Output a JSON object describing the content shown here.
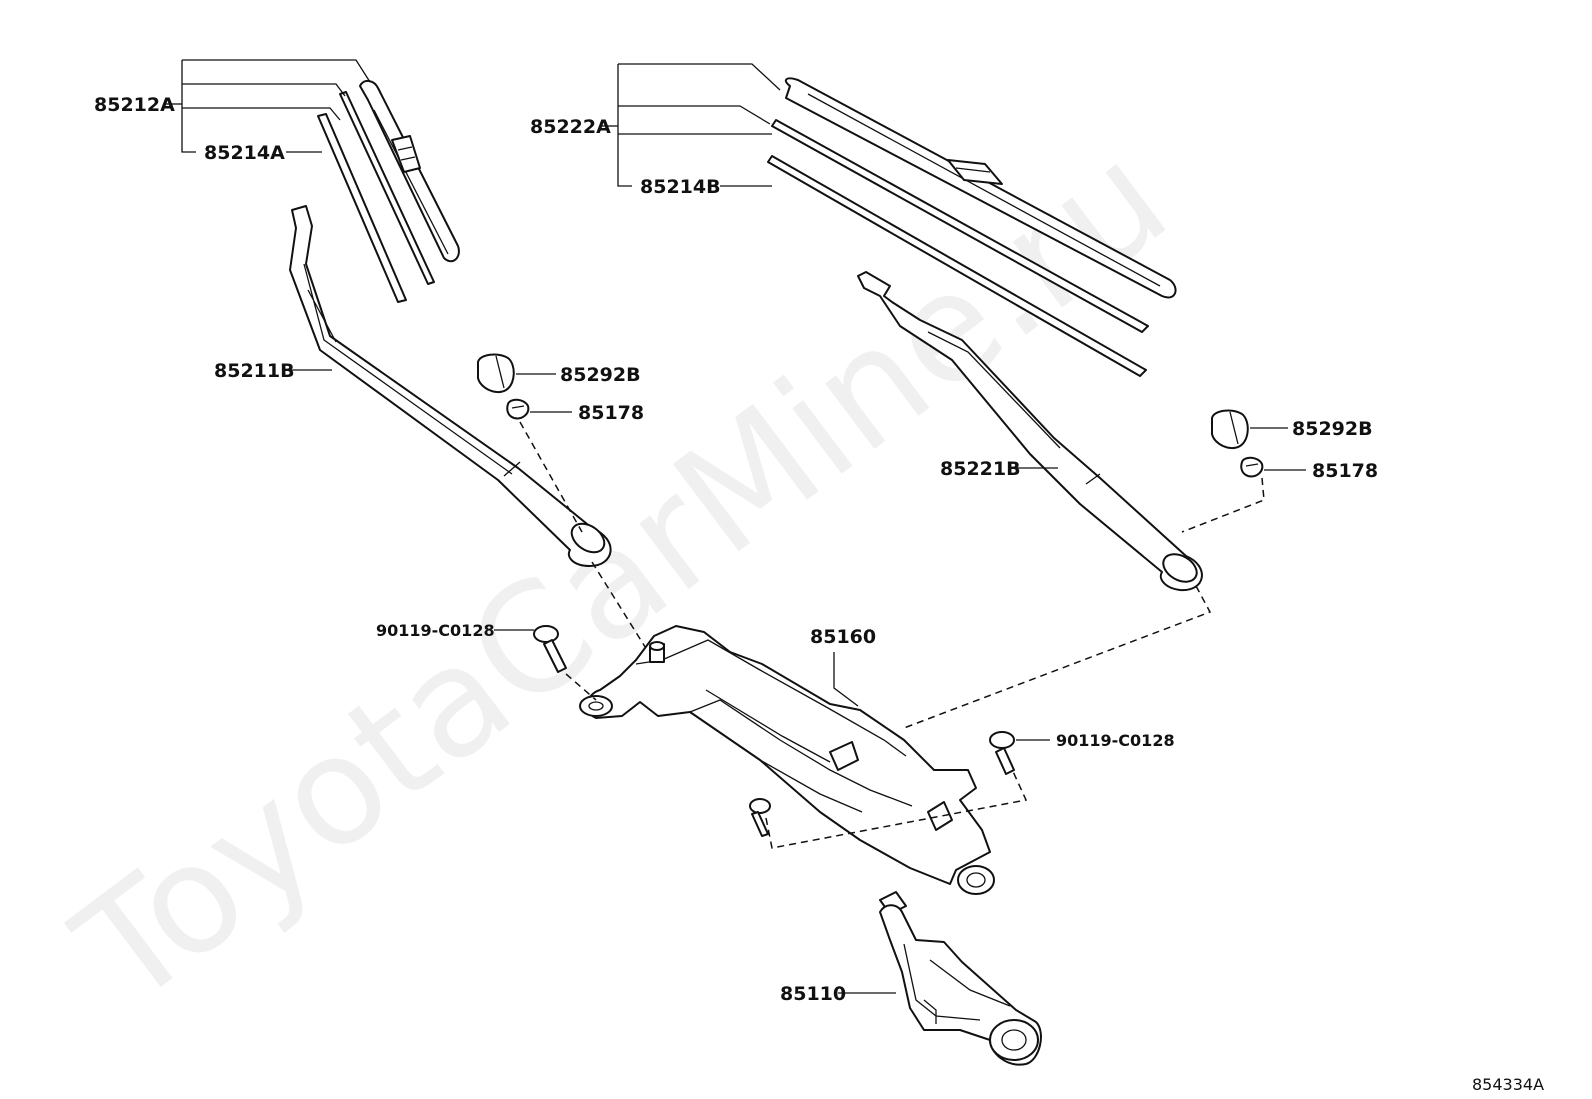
{
  "watermark": "ToyotaCarMine.ru",
  "figure_code": "854334A",
  "callouts": {
    "p85212A": "85212A",
    "p85214A": "85214A",
    "p85222A": "85222A",
    "p85214B": "85214B",
    "p85211B": "85211B",
    "p85292B_left": "85292B",
    "p85178_left": "85178",
    "p85221B": "85221B",
    "p85292B_right": "85292B",
    "p85178_right": "85178",
    "p90119_left": "90119-C0128",
    "p90119_right": "90119-C0128",
    "p85160": "85160",
    "p85110": "85110"
  }
}
